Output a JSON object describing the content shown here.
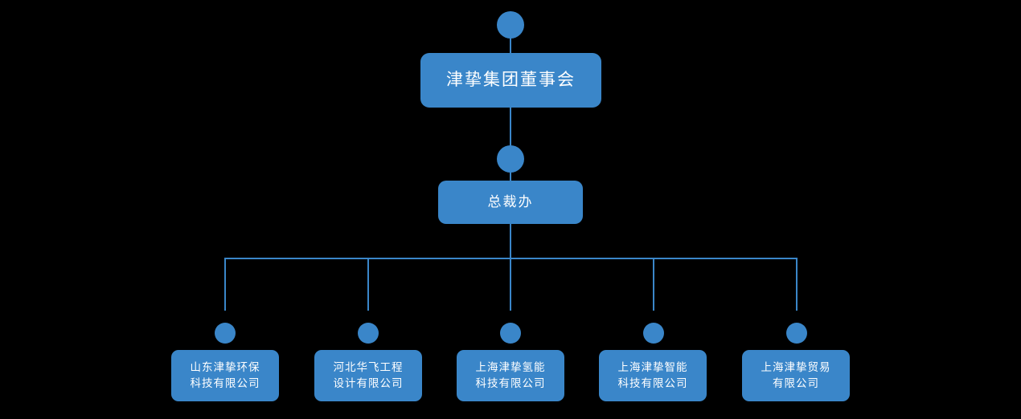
{
  "chart": {
    "type": "org-chart",
    "background_color": "#000000",
    "node_color": "#3a86c9",
    "text_color": "#ffffff",
    "connector_color": "#3a86c9"
  },
  "root": {
    "label": "津挚集团董事会",
    "dot": "root-node-dot"
  },
  "level2": {
    "label": "总裁办",
    "dot": "level2-node-dot"
  },
  "leaves": [
    {
      "label": "山东津挚环保\n科技有限公司"
    },
    {
      "label": "河北华飞工程\n设计有限公司"
    },
    {
      "label": "上海津挚氢能\n科技有限公司"
    },
    {
      "label": "上海津挚智能\n科技有限公司"
    },
    {
      "label": "上海津挚贸易\n有限公司"
    }
  ]
}
